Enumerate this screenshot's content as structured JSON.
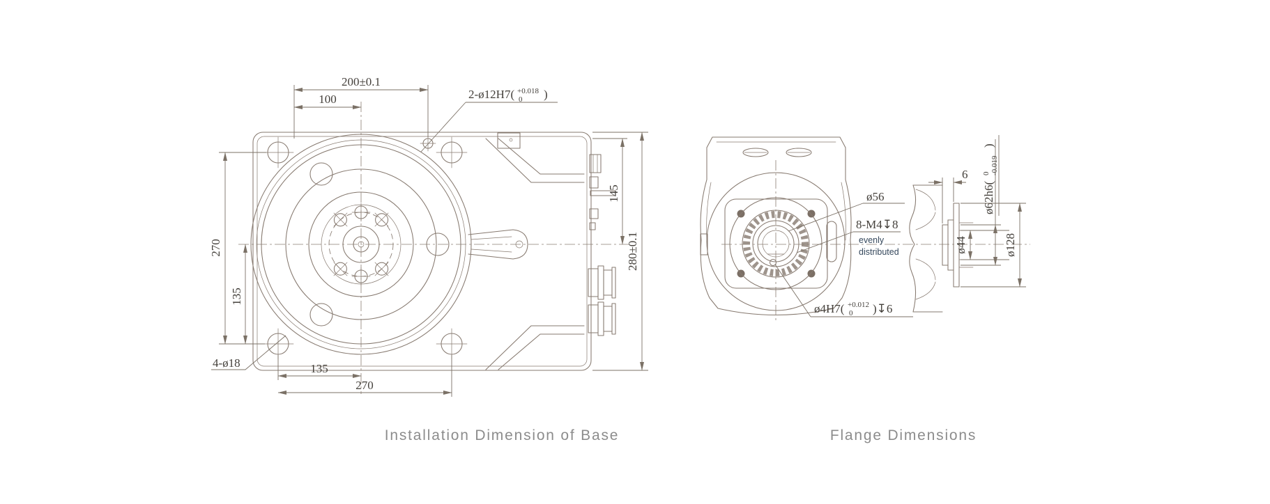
{
  "page": {
    "background": "#ffffff"
  },
  "palette": {
    "drawing_line": "#86796f",
    "dimension_line": "#7b7166",
    "dimension_text": "#44403b",
    "note_text": "#35485c",
    "caption_text": "#8c8c8c"
  },
  "views": {
    "base": {
      "caption": "Installation Dimension of Base",
      "dims": {
        "width_outer": "200±0.1",
        "width_half": "100",
        "dowel_main": "2-ø12H7(",
        "dowel_sup": "+0.018",
        "dowel_sub": "0",
        "dowel_close": ")",
        "height_outer": "270",
        "height_half": "135",
        "height_inner": "145",
        "height_total": "280±0.1",
        "corner_holes": "4-ø18",
        "bottom_half": "135",
        "bottom_outer": "270"
      }
    },
    "flange": {
      "caption": "Flange Dimensions",
      "dims": {
        "boss_dia": "ø56",
        "tapped_holes": "8-M4↧8",
        "note_line1": "evenly",
        "note_line2": "distributed",
        "pin_main": "ø4H7(",
        "pin_sup": "+0.012",
        "pin_sub": "0",
        "pin_close": ")↧6",
        "spigot_len": "6",
        "spigot_main": "ø62h6(",
        "spigot_sup": "0",
        "spigot_sub": "-0.019",
        "spigot_close": ")",
        "bolt_circle_dia": "ø44",
        "flange_dia": "ø128"
      }
    }
  }
}
